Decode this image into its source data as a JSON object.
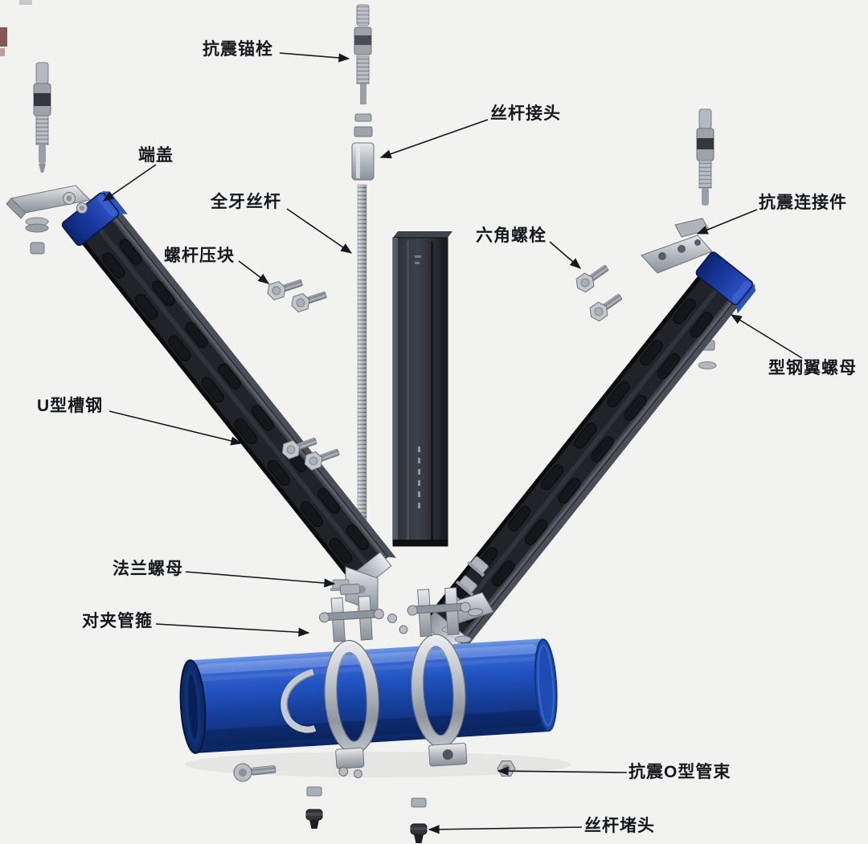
{
  "diagram": {
    "type": "exploded-parts-diagram",
    "labels": [
      {
        "id": "seismic-anchor-bolt",
        "text": "抗震锚栓"
      },
      {
        "id": "rod-coupler",
        "text": "丝杆接头"
      },
      {
        "id": "end-cap",
        "text": "端盖"
      },
      {
        "id": "full-thread-rod",
        "text": "全牙丝杆"
      },
      {
        "id": "rod-clamp-block",
        "text": "螺杆压块"
      },
      {
        "id": "hex-bolt",
        "text": "六角螺栓"
      },
      {
        "id": "seismic-connector",
        "text": "抗震连接件"
      },
      {
        "id": "channel-wing-nut",
        "text": "型钢翼螺母"
      },
      {
        "id": "u-channel-steel",
        "text": "U型槽钢"
      },
      {
        "id": "flange-nut",
        "text": "法兰螺母"
      },
      {
        "id": "pipe-clamp",
        "text": "对夹管箍"
      },
      {
        "id": "seismic-o-clamp",
        "text": "抗震O型管束"
      },
      {
        "id": "rod-plug",
        "text": "丝杆堵头"
      }
    ],
    "colors": {
      "pipe_blue": "#1c49ae",
      "cap_navy": "#0a2a68",
      "steel_dark": "#22252a",
      "metal_silver": "#b9bfc5",
      "background": "#f2f3f1",
      "label_text": "#15181c"
    }
  }
}
